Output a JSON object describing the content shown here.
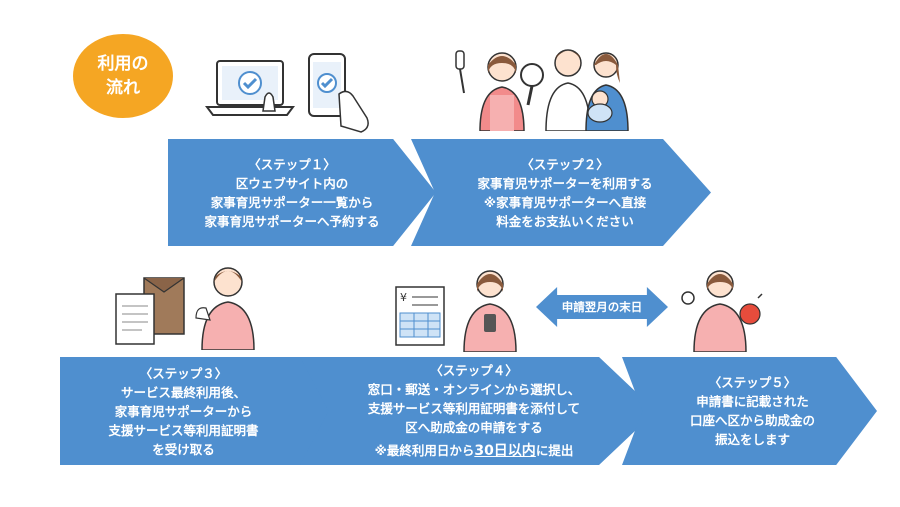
{
  "badge": {
    "line1": "利用の",
    "line2": "流れ"
  },
  "steps": [
    {
      "title": "〈ステップ１〉",
      "lines": [
        "区ウェブサイト内の",
        "家事育児サポーター一覧から",
        "家事育児サポーターへ予約する"
      ]
    },
    {
      "title": "〈ステップ２〉",
      "lines": [
        "家事育児サポーターを利用する",
        "※家事育児サポーターへ直接",
        "料金をお支払いください"
      ]
    },
    {
      "title": "〈ステップ３〉",
      "lines": [
        "サービス最終利用後、",
        "家事育児サポーターから",
        "支援サービス等利用証明書",
        "を受け取る"
      ]
    },
    {
      "title": "〈ステップ４〉",
      "lines": [
        "窓口・郵送・オンラインから選択し、",
        "支援サービス等利用証明書を添付して",
        "区へ助成金の申請をする"
      ],
      "note_prefix": "※最終利用日から",
      "note_emph": "30日以内",
      "note_suffix": "に提出"
    },
    {
      "title": "〈ステップ５〉",
      "lines": [
        "申請書に記載された",
        "口座へ区から助成金の",
        "振込をします"
      ]
    }
  ],
  "between_label": "申請翌月の末日",
  "colors": {
    "arrow": "#4f8fcf",
    "badge": "#f5a623"
  },
  "icons": [
    "laptop-check-icon",
    "phone-check-icon",
    "cook-supporter-icon",
    "family-icon",
    "envelope-documents-icon",
    "supporter-woman-icon",
    "invoice-form-icon",
    "woman-phone-icon",
    "woman-ok-coin-icon"
  ]
}
